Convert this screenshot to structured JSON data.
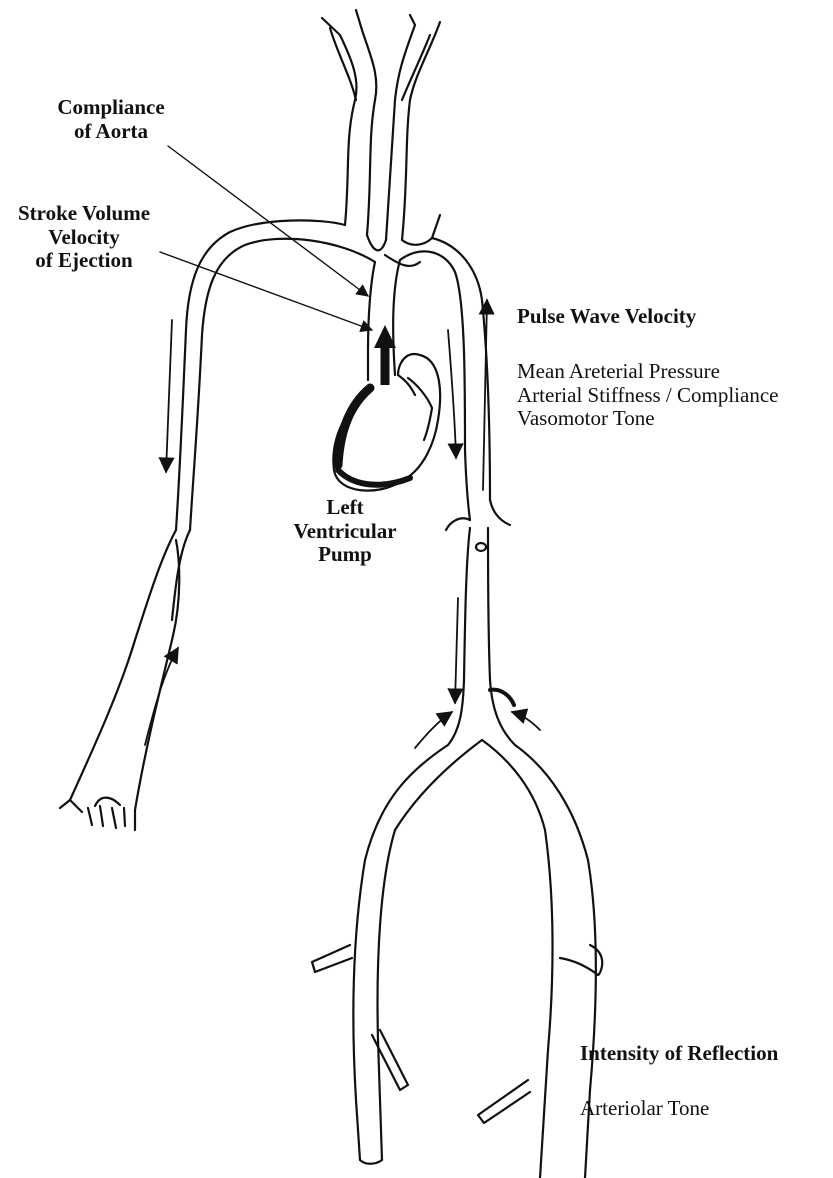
{
  "labels": {
    "compliance": [
      "Compliance",
      "of Aorta"
    ],
    "stroke": [
      "Stroke Volume",
      "Velocity",
      "of Ejection"
    ],
    "left_ventricular": [
      "Left",
      "Ventricular",
      "Pump"
    ],
    "pulse_wave_title": "Pulse Wave Velocity",
    "pulse_wave_factors": [
      "Mean Areterial Pressure",
      "Arterial Stiffness / Compliance",
      "Vasomotor Tone"
    ],
    "reflection_title": "Intensity of Reflection",
    "reflection_factor": "Arteriolar Tone"
  },
  "colors": {
    "ink": "#111111",
    "background": "#ffffff"
  }
}
